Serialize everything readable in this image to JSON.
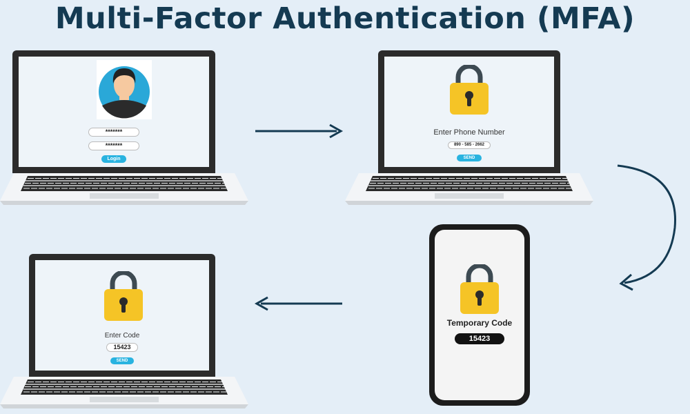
{
  "title": "Multi-Factor Authentication (MFA)",
  "step1": {
    "password1": "*******",
    "password2": "*******",
    "login_button": "Login"
  },
  "step2": {
    "label": "Enter Phone Number",
    "phone_value": "890 - 585 - 2662",
    "send_button": "SEND"
  },
  "step3": {
    "label": "Temporary Code",
    "code": "15423"
  },
  "step4": {
    "label": "Enter Code",
    "code_value": "15423",
    "send_button": "SEND"
  },
  "colors": {
    "background": "#e4eef7",
    "title": "#143a52",
    "accent": "#29b3e0",
    "lock": "#f5c426"
  }
}
